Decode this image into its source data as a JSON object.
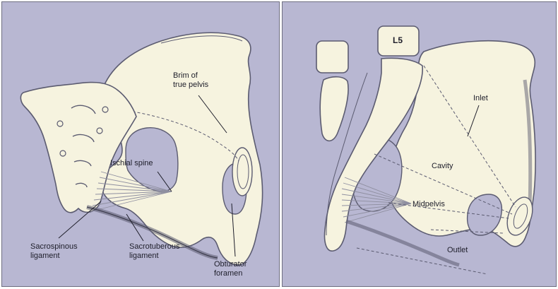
{
  "colors": {
    "background": "#b8b7d2",
    "bone": "#f6f3df",
    "bone_outline": "#5b5b70",
    "ligament": "#8f8fa0",
    "text": "#1e1e2a",
    "panel_border": "#6e6e80"
  },
  "left_panel": {
    "labels": {
      "brim": "Brim of\ntrue pelvis",
      "ischial_spine": "Ischial spine",
      "sacrospinous": "Sacrospinous\nligament",
      "sacrotuberous": "Sacrotuberous\nligament",
      "obturator": "Obturator\nforamen"
    }
  },
  "right_panel": {
    "labels": {
      "l5": "L5",
      "inlet": "Inlet",
      "cavity": "Cavity",
      "midpelvis": "Midpelvis",
      "outlet": "Outlet"
    }
  }
}
